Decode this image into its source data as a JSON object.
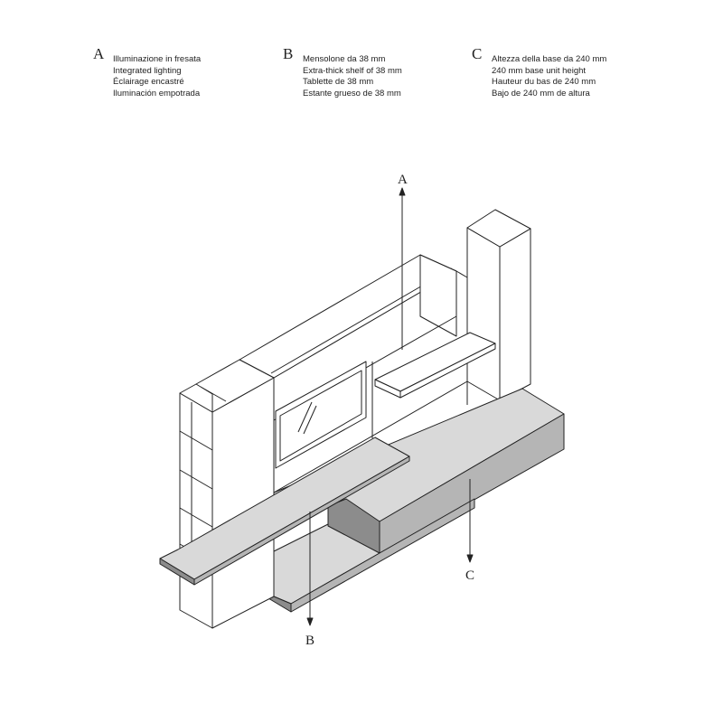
{
  "features": [
    {
      "letter": "A",
      "lines": [
        "Illuminazione in fresata",
        "Integrated lighting",
        "Éclairage encastré",
        "Iluminación empotrada"
      ]
    },
    {
      "letter": "B",
      "lines": [
        "Mensolone da 38 mm",
        "Extra-thick shelf of 38 mm",
        "Tablette de 38 mm",
        "Estante grueso de 38 mm"
      ]
    },
    {
      "letter": "C",
      "lines": [
        "Altezza della base da 240 mm",
        "240 mm base unit height",
        "Hauteur du bas de 240 mm",
        "Bajo de 240 mm de altura"
      ]
    }
  ],
  "callouts": {
    "a": "A",
    "b": "B",
    "c": "C"
  },
  "colors": {
    "line": "#222222",
    "surface": "#d9d9d9",
    "dark": "#8c8c8c",
    "mid": "#b5b5b5"
  }
}
